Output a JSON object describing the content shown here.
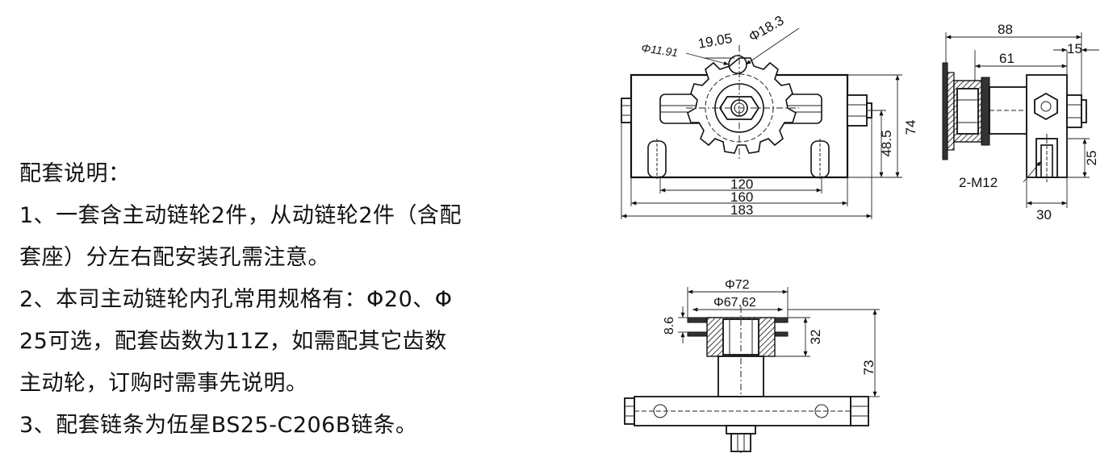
{
  "notes": {
    "heading": "配套说明：",
    "lines": [
      "1、一套含主动链轮2件，从动链轮2件（含配",
      "套座）分左右配安装孔需注意。",
      "2、本司主动链轮内孔常用规格有：Φ20、Φ",
      "25可选，配套齿数为11Z，如需配其它齿数",
      "主动轮，订购时需事先说明。",
      "3、配套链条为伍星BS25-C206B链条。"
    ]
  },
  "front_view": {
    "dims": {
      "d_11_91": "Φ11.91",
      "pitch": "19.05",
      "d_18_3": "Φ18.3",
      "w120": "120",
      "w160": "160",
      "w183": "183",
      "h48_5": "48.5",
      "h74": "74"
    }
  },
  "side_view": {
    "dims": {
      "w88": "88",
      "w61": "61",
      "w15": "15",
      "w30": "30",
      "h25": "25",
      "thread": "2-M12"
    }
  },
  "top_view": {
    "dims": {
      "d72": "Φ72",
      "d67_62": "Φ67.62",
      "h8_6": "8.6",
      "h32": "32",
      "h73": "73"
    }
  }
}
